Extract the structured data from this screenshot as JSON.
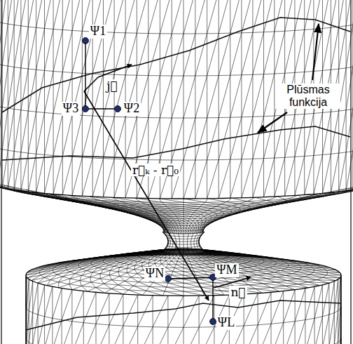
{
  "diagram": {
    "labels": [
      "Ψ1",
      "j⃗",
      "Ψ3",
      "Ψ2",
      "Plūsmas funkcija",
      "r⃗ₖ - r⃗₀",
      "ΨN",
      "ΨM",
      "n⃗",
      "ΨL"
    ]
  }
}
